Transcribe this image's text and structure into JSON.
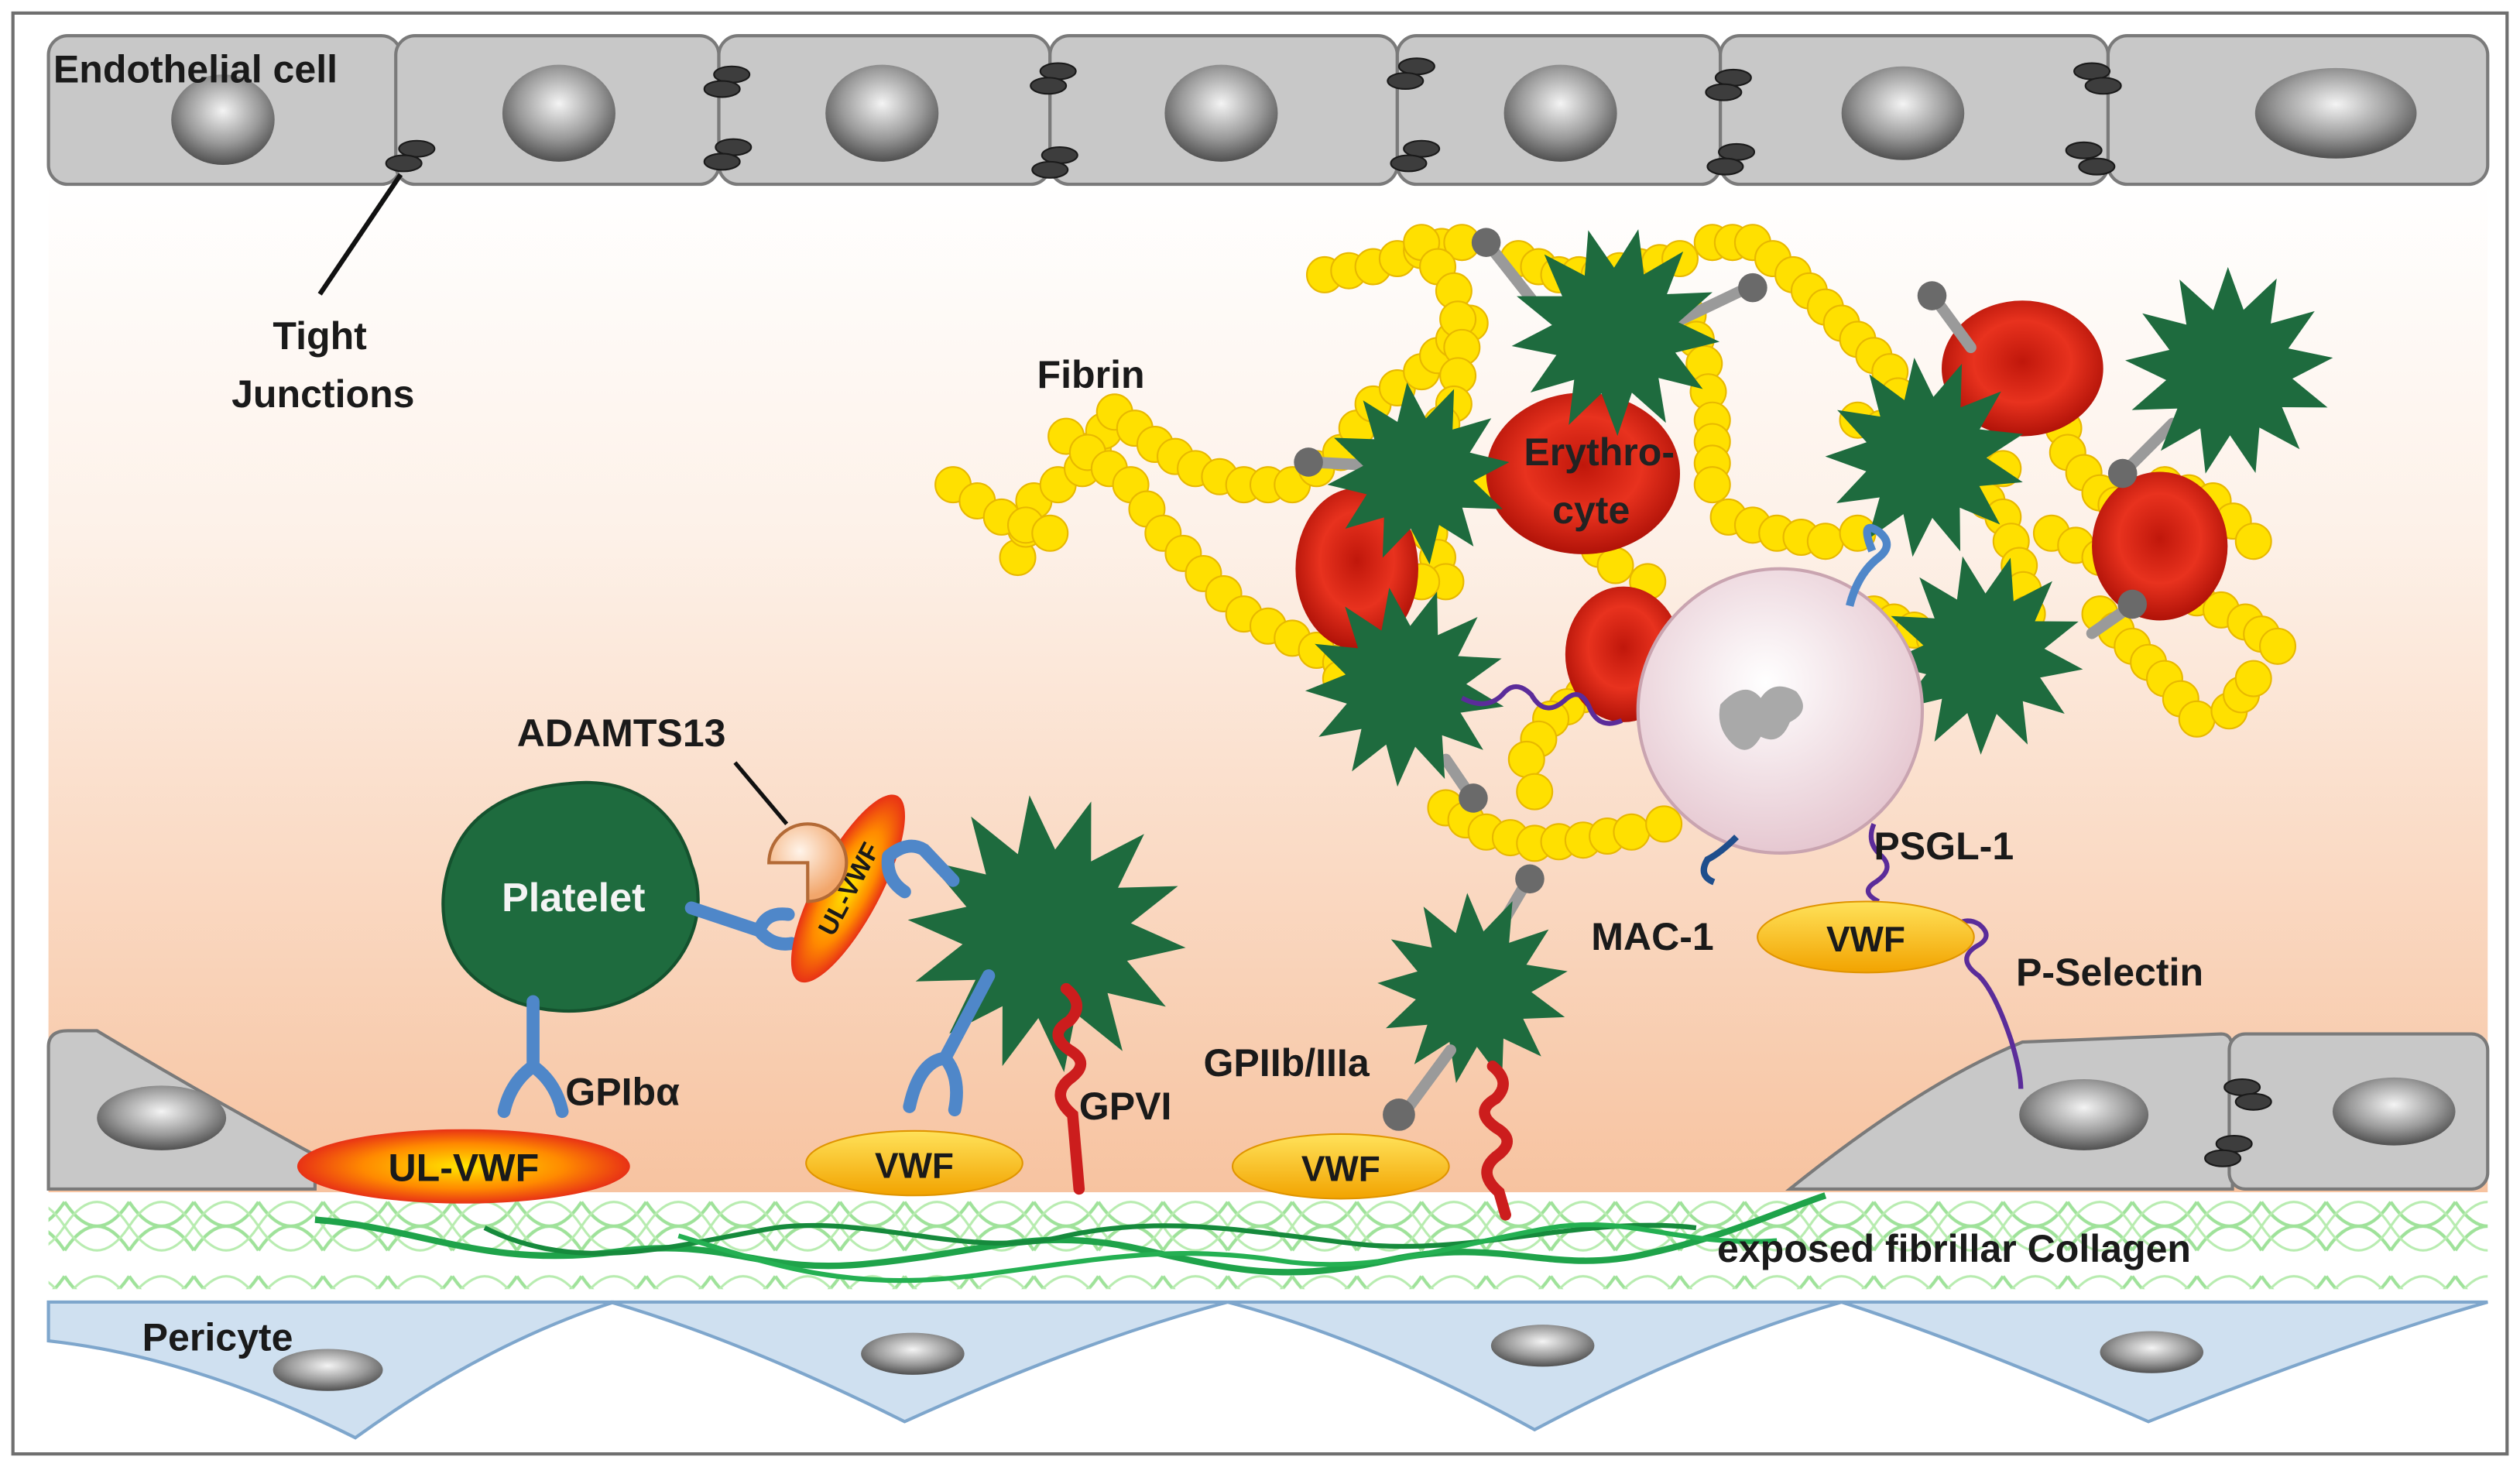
{
  "labels": {
    "endothelial_cell": "Endothelial cell",
    "tight_junctions_1": "Tight",
    "tight_junctions_2": "Junctions",
    "fibrin": "Fibrin",
    "erythrocyte_1": "Erythro-",
    "erythrocyte_2": "cyte",
    "adamts13": "ADAMTS13",
    "platelet": "Platelet",
    "ul_vwf_small": "UL-VWF",
    "ul_vwf": "UL-VWF",
    "gpib": "GPIbα",
    "vwf_1": "VWF",
    "gpvi": "GPVI",
    "gpiib": "GPIIb/IIIa",
    "vwf_2": "VWF",
    "mac1": "MAC-1",
    "psgl1": "PSGL-1",
    "vwf_3": "VWF",
    "pselectin": "P-Selectin",
    "collagen": "exposed fibrillar Collagen",
    "pericyte": "Pericyte"
  },
  "colors": {
    "endothelium": "#c8c8c8",
    "platelet": "#1e6b3e",
    "fibrin": "#ffe000",
    "erythrocyte": "#d42a1a",
    "leukocyte": "#f0dde3",
    "receptor_blue": "#4f87c9",
    "gpvi_red": "#cc1d1d",
    "collagen_green": "#1fa34a",
    "pericyte": "#cfe0f0",
    "lumen_peach": "#f9c8a8"
  }
}
